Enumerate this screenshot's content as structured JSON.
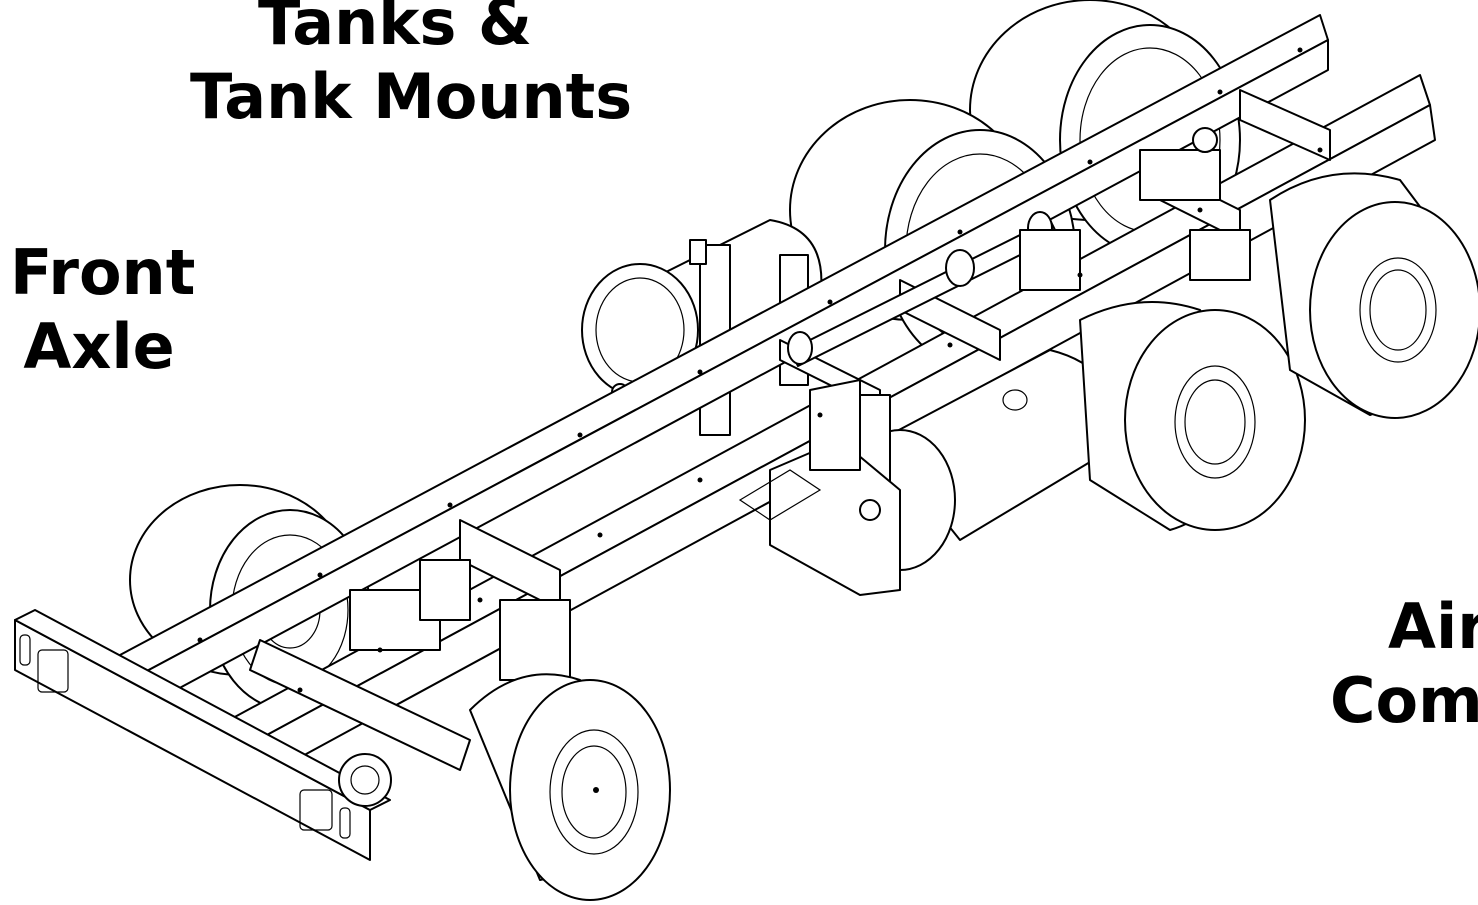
{
  "labels": {
    "tanks_line1": "Tanks &",
    "tanks_line2": "Tank Mounts",
    "front_line1": "Front",
    "front_line2": "Axle",
    "air_line1": "Air",
    "air_line2": "Com"
  },
  "colors": {
    "line": "#000000",
    "background": "#ffffff"
  }
}
